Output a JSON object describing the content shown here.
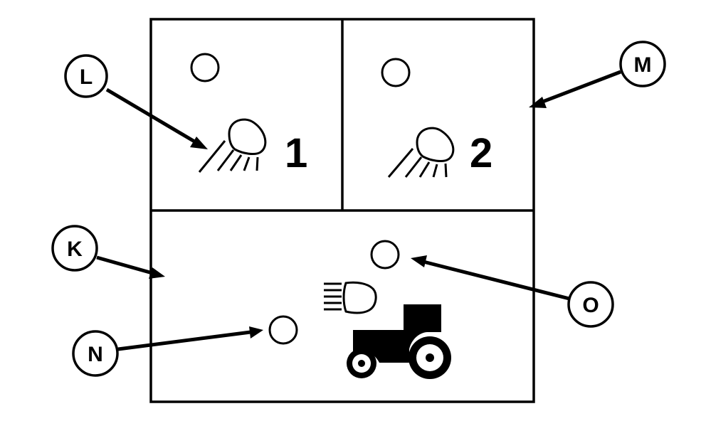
{
  "callouts": {
    "L": "L",
    "M": "M",
    "K": "K",
    "N": "N",
    "O": "O"
  },
  "panel_numbers": {
    "left": "1",
    "right": "2"
  },
  "icons": {
    "work_light": "work-light-icon",
    "drive_light": "drive-light-icon",
    "tractor": "tractor-icon",
    "indicator": "indicator-light-icon"
  },
  "colors": {
    "line": "#000000",
    "background": "#ffffff"
  }
}
